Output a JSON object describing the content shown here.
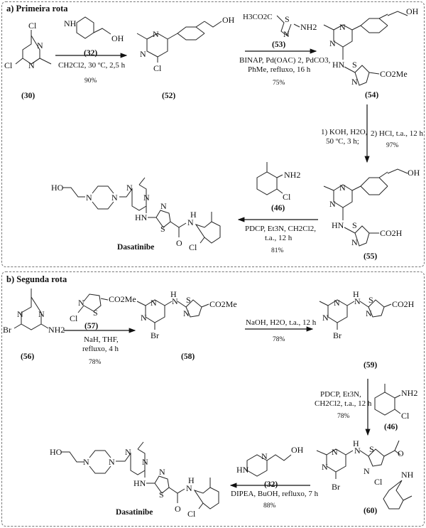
{
  "panel_a": {
    "title": "a) Primeira rota",
    "compounds": {
      "c30": "(30)",
      "c52": "(52)",
      "c54": "(54)",
      "c55": "(55)",
      "dasatinibe": "Dasatinibe"
    },
    "steps": [
      {
        "reagent_label": "(32)",
        "conditions": [
          "CH2Cl2, 30 ºC, 2,5 h"
        ],
        "yield": "90%"
      },
      {
        "reagent_label": "(53)",
        "conditions": [
          "BINAP, Pd(OAC) 2, PdCO3,",
          "PhMe, refluxo, 16 h"
        ],
        "yield": "75%"
      },
      {
        "conditions": [
          "1) KOH, H2O,",
          "50 ºC, 3 h;",
          "2) HCl, t.a., 12 h"
        ],
        "yield": "97%"
      },
      {
        "reagent_label": "(46)",
        "conditions": [
          "PDCP, Et3N, CH2Cl2,",
          "t.a., 12 h"
        ],
        "yield": "81%"
      }
    ]
  },
  "panel_b": {
    "title": "b) Segunda rota",
    "compounds": {
      "c56": "(56)",
      "c58": "(58)",
      "c59": "(59)",
      "c60": "(60)",
      "dasatinibe": "Dasatinibe"
    },
    "steps": [
      {
        "reagent_label": "(57)",
        "conditions": [
          "NaH, THF,",
          "refluxo, 4 h"
        ],
        "yield": "78%"
      },
      {
        "conditions": [
          "NaOH, H2O, t.a., 12 h"
        ],
        "yield": "78%"
      },
      {
        "reagent_label": "(46)",
        "conditions": [
          "PDCP, Et3N,",
          "CH2Cl2, t.a., 12 h"
        ],
        "yield": "78%"
      },
      {
        "reagent_label": "(32)",
        "conditions": [
          "DIPEA, BuOH, refluxo, 7 h"
        ],
        "yield": "88%"
      }
    ]
  },
  "atoms": {
    "Cl": "Cl",
    "N": "N",
    "NH": "NH",
    "HN": "HN",
    "OH": "OH",
    "HO": "HO",
    "S": "S",
    "NH2": "NH2",
    "Br": "Br",
    "H": "H",
    "O": "O",
    "CO2Me": "CO2Me",
    "CO2H": "CO2H",
    "H3CO2C": "H3CO2C"
  }
}
